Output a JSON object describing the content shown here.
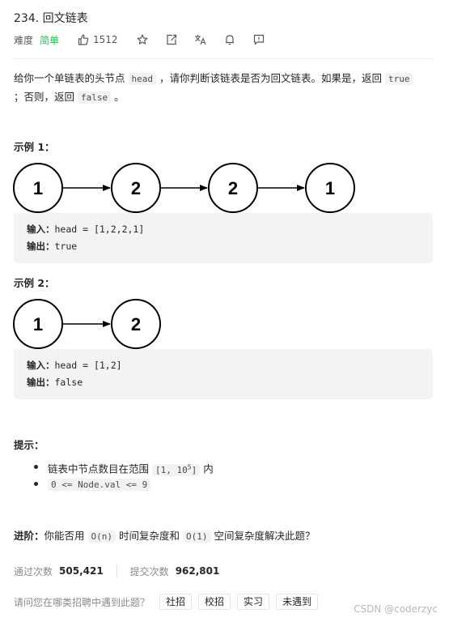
{
  "problem": {
    "title": "234. 回文链表",
    "difficulty_label": "难度",
    "difficulty": "简单",
    "likes": "1512"
  },
  "description": {
    "part1": "给你一个单链表的头节点",
    "head": "head",
    "part2": "，请你判断该链表是否为回文链表。如果是，返回",
    "true_code": "true",
    "part3": "；否则，返回",
    "false_code": "false",
    "part4": "。"
  },
  "example1": {
    "heading": "示例 1：",
    "nodes": [
      "1",
      "2",
      "2",
      "1"
    ],
    "input_label": "输入：",
    "input": "head = [1,2,2,1]",
    "output_label": "输出：",
    "output": "true"
  },
  "example2": {
    "heading": "示例 2：",
    "nodes": [
      "1",
      "2"
    ],
    "input_label": "输入：",
    "input": "head = [1,2]",
    "output_label": "输出：",
    "output": "false"
  },
  "hints": {
    "heading": "提示：",
    "item1_pre": "链表中节点数目在范围",
    "item1_code": "[1, 10",
    "item1_sup": "5",
    "item1_code_end": "]",
    "item1_post": "内",
    "item2_code": "0 <= Node.val <= 9"
  },
  "advanced": {
    "label": "进阶：",
    "part1": "你能否用",
    "on": "O(n)",
    "part2": "时间复杂度和",
    "o1": "O(1)",
    "part3": "空间复杂度解决此题？"
  },
  "stats": {
    "accepted_label": "通过次数",
    "accepted": "505,421",
    "submitted_label": "提交次数",
    "submitted": "962,801"
  },
  "interview": {
    "question": "请问您在哪类招聘中遇到此题？",
    "tags": [
      "社招",
      "校招",
      "实习",
      "未遇到"
    ]
  },
  "watermark": "CSDN @coderzyc",
  "icons": [
    "thumbs-up-icon",
    "star-icon",
    "share-icon",
    "translate-icon",
    "bell-icon",
    "feedback-icon"
  ]
}
